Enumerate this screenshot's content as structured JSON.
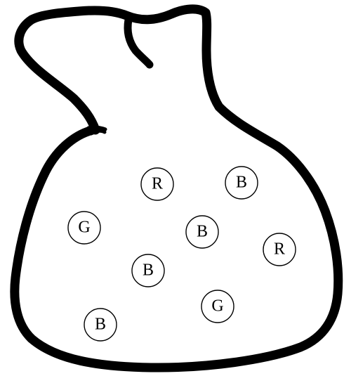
{
  "diagram": {
    "balls": [
      {
        "label": "R"
      },
      {
        "label": "B"
      },
      {
        "label": "G"
      },
      {
        "label": "B"
      },
      {
        "label": "R"
      },
      {
        "label": "B"
      },
      {
        "label": "G"
      },
      {
        "label": "B"
      }
    ]
  }
}
